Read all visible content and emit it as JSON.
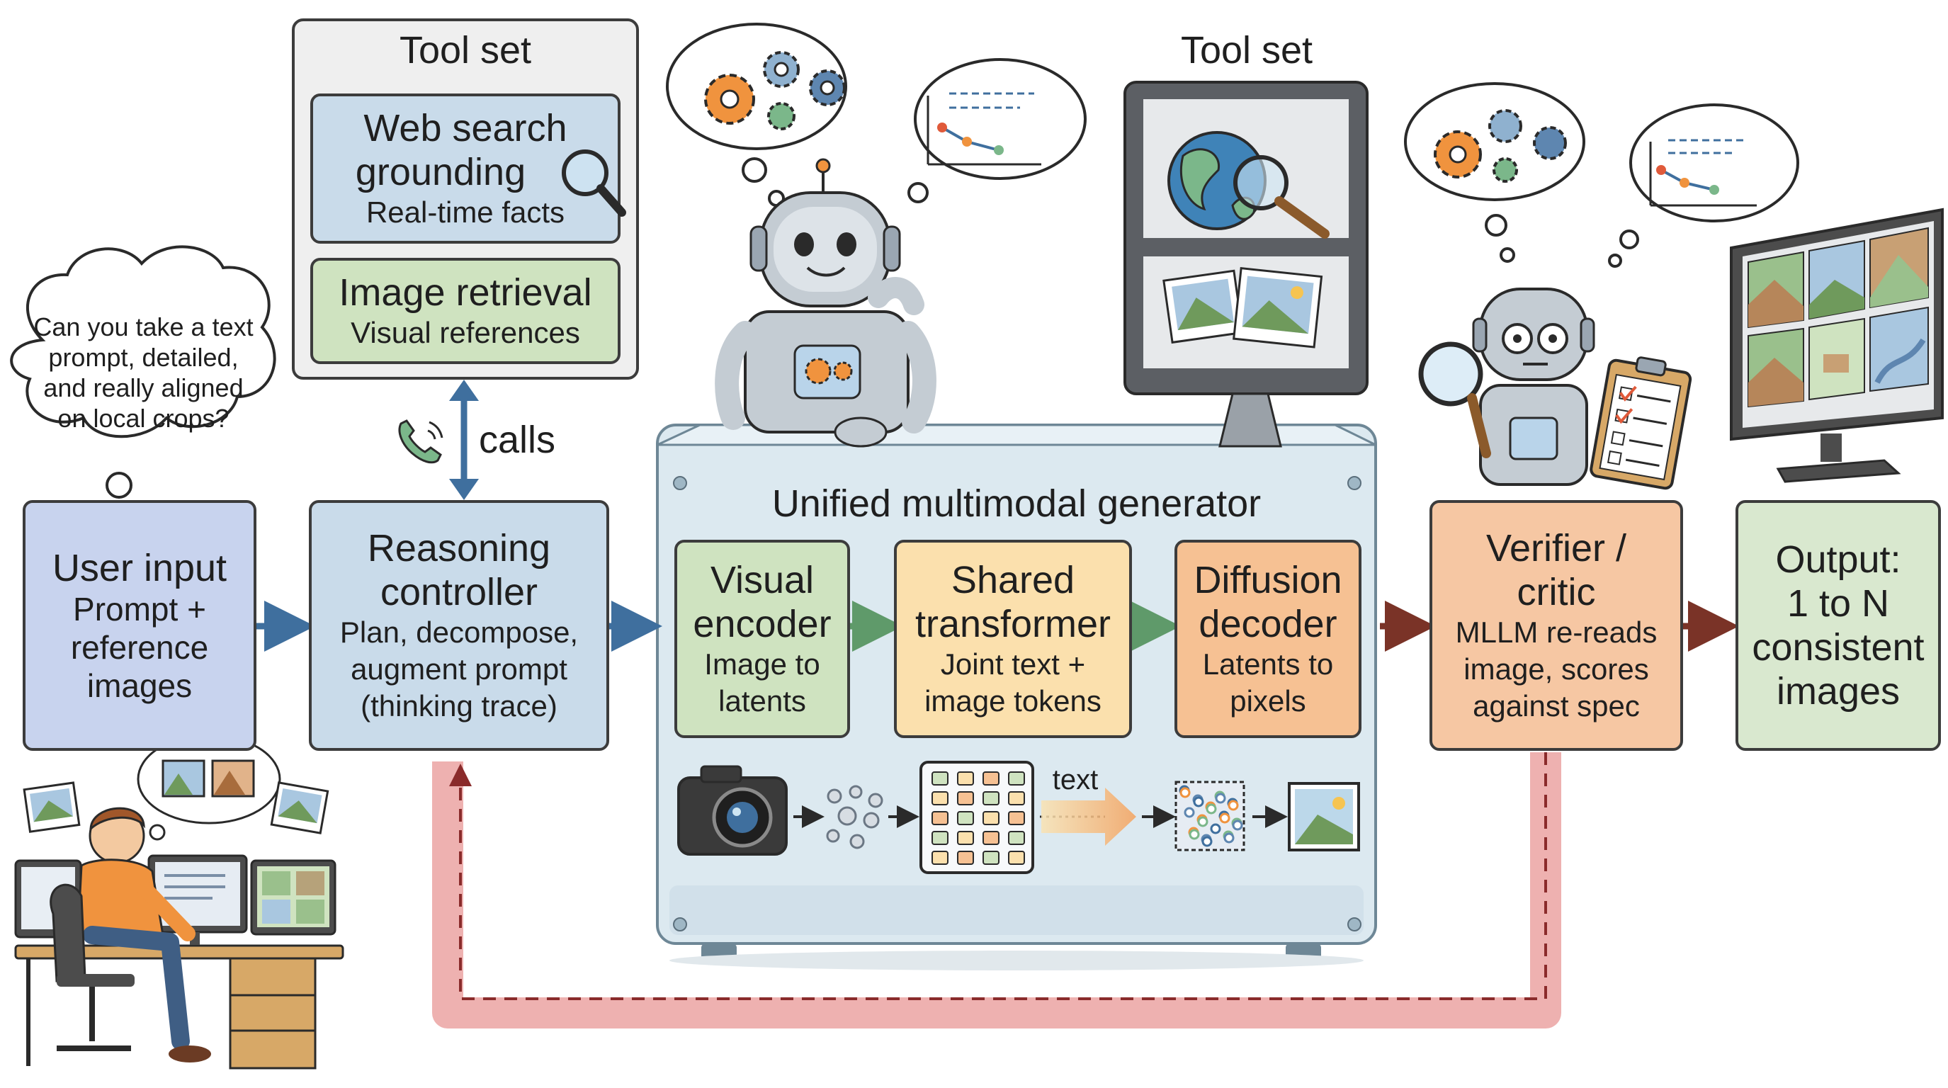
{
  "colors": {
    "blue_box": "#c9dbea",
    "lavender_box": "#c8d3ee",
    "green_box": "#cfe3c0",
    "yellow_box": "#fbe0ad",
    "orange_box": "#f6c193",
    "verifier_box": "#f6c7a3",
    "output_box": "#d9e8cf",
    "panel_gray": "#efefef",
    "glass": "#dce9f0",
    "arrow_blue": "#3f6f9e",
    "arrow_green": "#5f9a6a",
    "arrow_brown": "#7a3327",
    "feedback_pink": "#eeb1b0",
    "feedback_dash": "#8a2b2b"
  },
  "tool_set_left": {
    "title": "Tool set",
    "web_search": {
      "line1": "Web search",
      "line2": "grounding",
      "line3": "Real-time facts"
    },
    "image_retrieval": {
      "line1": "Image retrieval",
      "line2": "Visual references"
    }
  },
  "calls_label": "calls",
  "thought_bubble": {
    "line1": "Can you take a text",
    "line2": "prompt, detailed,",
    "line3": "and really aligned",
    "line4": "on local crops?"
  },
  "user_input": {
    "title": "User input",
    "line1": "Prompt +",
    "line2": "reference",
    "line3": "images"
  },
  "reasoning_controller": {
    "title1": "Reasoning",
    "title2": "controller",
    "line1": "Plan, decompose,",
    "line2": "augment prompt",
    "line3": "(thinking trace)"
  },
  "generator": {
    "title": "Unified multimodal generator",
    "visual_encoder": {
      "title1": "Visual",
      "title2": "encoder",
      "line1": "Image to",
      "line2": "latents"
    },
    "shared_transformer": {
      "title1": "Shared",
      "title2": "transformer",
      "line1": "Joint text +",
      "line2": "image tokens"
    },
    "diffusion_decoder": {
      "title1": "Diffusion",
      "title2": "decoder",
      "line1": "Latents to",
      "line2": "pixels"
    },
    "text_label": "text"
  },
  "tool_set_right": {
    "title": "Tool set"
  },
  "verifier": {
    "title1": "Verifier /",
    "title2": "critic",
    "line1": "MLLM re-reads",
    "line2": "image, scores",
    "line3": "against spec"
  },
  "output": {
    "title1": "Output:",
    "title2": "1 to N",
    "title3": "consistent",
    "title4": "images"
  },
  "icons": [
    "gear-icon",
    "chart-icon",
    "phone-icon",
    "globe-icon",
    "magnifier-icon",
    "photo-icon",
    "camera-icon",
    "clipboard-icon",
    "monitor-icon",
    "robot-icon",
    "user-at-desk-icon"
  ]
}
